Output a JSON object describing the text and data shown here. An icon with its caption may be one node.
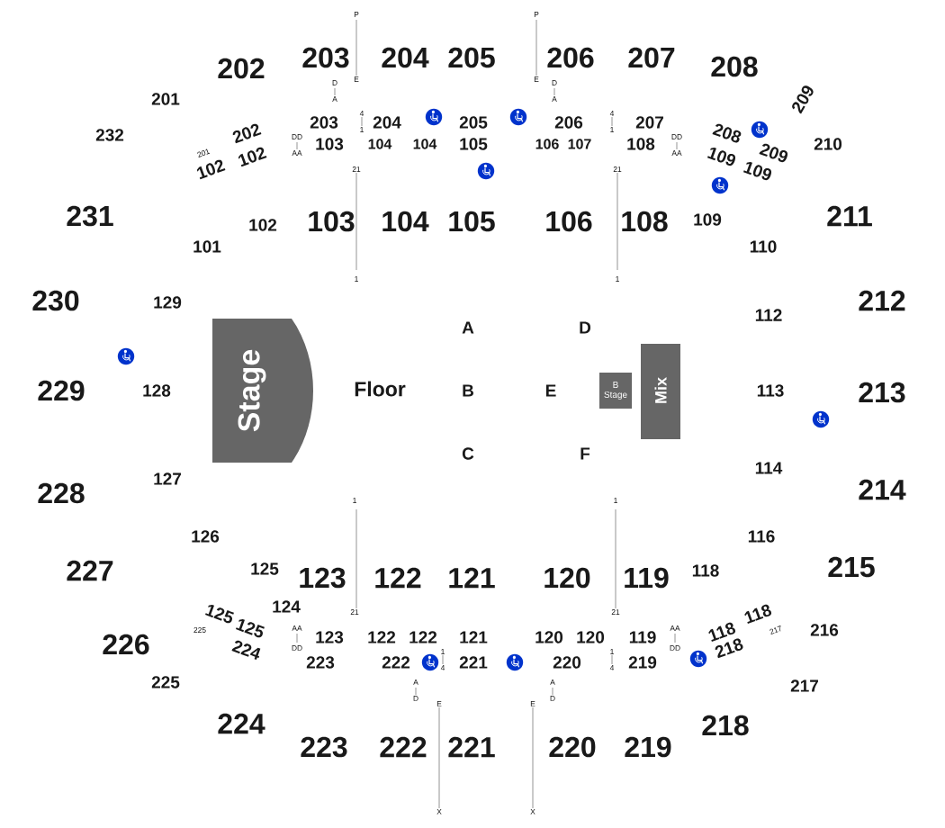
{
  "diagram": {
    "nodes": [
      {
        "text": [
          "Stage"
        ]
      },
      {
        "text": [
          "B Stage"
        ]
      },
      {
        "text": [
          "Mix"
        ]
      }
    ],
    "labels": [
      "P",
      "P",
      "203",
      "204",
      "205",
      "206",
      "207",
      "202",
      "208",
      "E",
      "E",
      "D",
      "A",
      "D",
      "A",
      "209",
      "201",
      "232",
      "4",
      "1",
      "4",
      "1",
      "203",
      "204",
      "205",
      "206",
      "207",
      "202",
      "208",
      "201",
      "102",
      "102",
      "DD",
      "AA",
      "103",
      "104",
      "104",
      "105",
      "106",
      "107",
      "108",
      "DD",
      "AA",
      "109",
      "109",
      "209",
      "210",
      "21",
      "21",
      "231",
      "102",
      "103",
      "104",
      "105",
      "106",
      "108",
      "109",
      "211",
      "101",
      "110",
      "1",
      "1",
      "230",
      "129",
      "212",
      "112",
      "A",
      "D",
      "229",
      "128",
      "Floor",
      "B",
      "E",
      "113",
      "213",
      "C",
      "F",
      "127",
      "114",
      "228",
      "214",
      "1",
      "1",
      "126",
      "116",
      "227",
      "125",
      "123",
      "122",
      "121",
      "120",
      "119",
      "118",
      "215",
      "21",
      "21",
      "124",
      "125",
      "125",
      "225",
      "AA",
      "DD",
      "123",
      "122",
      "122",
      "121",
      "120",
      "120",
      "119",
      "AA",
      "DD",
      "118",
      "118",
      "217",
      "216",
      "226",
      "224",
      "223",
      "222",
      "1",
      "4",
      "221",
      "220",
      "1",
      "4",
      "219",
      "218",
      "225",
      "217",
      "A",
      "D",
      "A",
      "D",
      "E",
      "E",
      "224",
      "218",
      "223",
      "222",
      "221",
      "220",
      "219",
      "X",
      "X"
    ]
  }
}
